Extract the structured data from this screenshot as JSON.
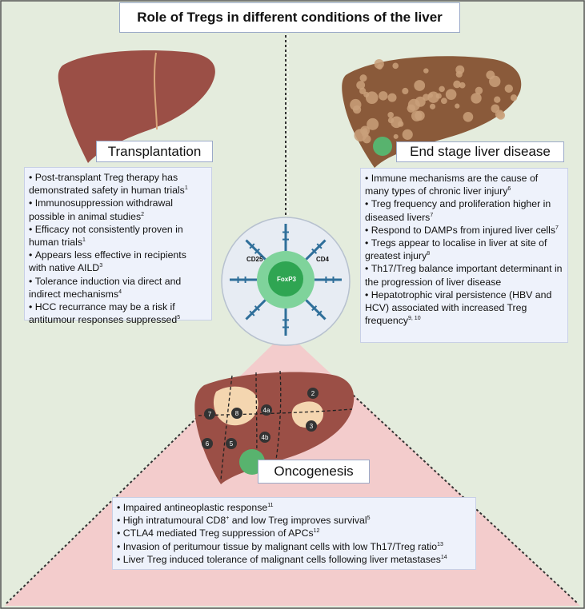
{
  "title": "Role of Tregs in different conditions of the liver",
  "colors": {
    "left_bg": "#e4ecdd",
    "right_bg": "#e4ecdd",
    "bottom_bg": "#f3cccc",
    "liver": "#9b4f46",
    "diseased_liver": "#8a5a3a",
    "treg_outer": "#7fd39b",
    "treg_inner": "#2fa552",
    "receptor": "#2f6f9a",
    "text_box": "#eef2fb"
  },
  "cell": {
    "foxp3": "FoxP3",
    "cd25": "CD25",
    "cd4": "CD4"
  },
  "transplantation": {
    "label": "Transplantation",
    "items": [
      {
        "text": "Post-transplant Treg therapy has demonstrated safety in human trials",
        "ref": "1"
      },
      {
        "text": "Immunosuppression withdrawal possible in animal studies",
        "ref": "2"
      },
      {
        "text": "Efficacy not consistently proven in human trials",
        "ref": "1"
      },
      {
        "text": "Appears less effective in recipients with native AILD",
        "ref": "3"
      },
      {
        "text": "Tolerance induction via direct and indirect mechanisms",
        "ref": "4"
      },
      {
        "text": "HCC recurrance may be a  risk if antitumour responses suppressed",
        "ref": "5"
      }
    ]
  },
  "end_stage": {
    "label": "End stage liver disease",
    "items": [
      {
        "text": "Immune mechanisms are the cause of many types of chronic liver injury",
        "ref": "6"
      },
      {
        "text": "Treg frequency and proliferation higher in diseased livers",
        "ref": "7",
        "bullet_joined": true
      },
      {
        "text": "Respond to DAMPs from injured liver cells",
        "ref": "7"
      },
      {
        "text": "Tregs appear to localise in liver at site of greatest injury",
        "ref": "8"
      },
      {
        "text": "Th17/Treg balance important determinant in the progression of liver disease",
        "ref": ""
      },
      {
        "text": "Hepatotrophic viral persistence (HBV and HCV) associated with increased Treg frequency",
        "ref": "9, 10"
      }
    ]
  },
  "oncogenesis": {
    "label": "Oncogenesis",
    "segments": [
      "2",
      "3",
      "4a",
      "4b",
      "5",
      "6",
      "7",
      "8"
    ],
    "items": [
      {
        "text": "Impaired antineoplastic response",
        "ref": "11"
      },
      {
        "text": "High intratumoural CD8",
        "sup_mid": "+",
        "text2": " and low Treg improves survival",
        "ref": "5"
      },
      {
        "text": "CTLA4 mediated Treg suppression of APCs",
        "ref": "12"
      },
      {
        "text": "Invasion of peritumour tissue by malignant cells with low Th17/Treg ratio",
        "ref": "13"
      },
      {
        "text": "Liver Treg induced tolerance of malignant cells following liver metastases",
        "ref": "14"
      }
    ]
  }
}
